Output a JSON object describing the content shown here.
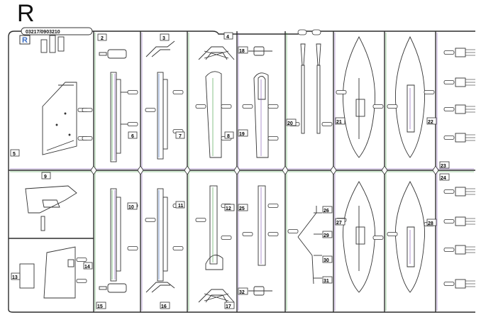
{
  "sheet_letter": "R",
  "sprue_code": "03217/0903210",
  "corner_tag": "R",
  "part_numbers": [
    "2",
    "3",
    "4",
    "5",
    "6",
    "7",
    "8",
    "9",
    "10",
    "11",
    "12",
    "13",
    "14",
    "15",
    "16",
    "17",
    "18",
    "19",
    "20",
    "21",
    "22",
    "23",
    "24",
    "25",
    "26",
    "27",
    "28",
    "29",
    "30",
    "31",
    "32"
  ],
  "colors": {
    "frame": "#2d2d2d",
    "accent_green": "#3c9a3c",
    "accent_purple": "#7c4fb0",
    "accent_blue": "#3d6fc4",
    "accent_orange": "#e8892a"
  }
}
